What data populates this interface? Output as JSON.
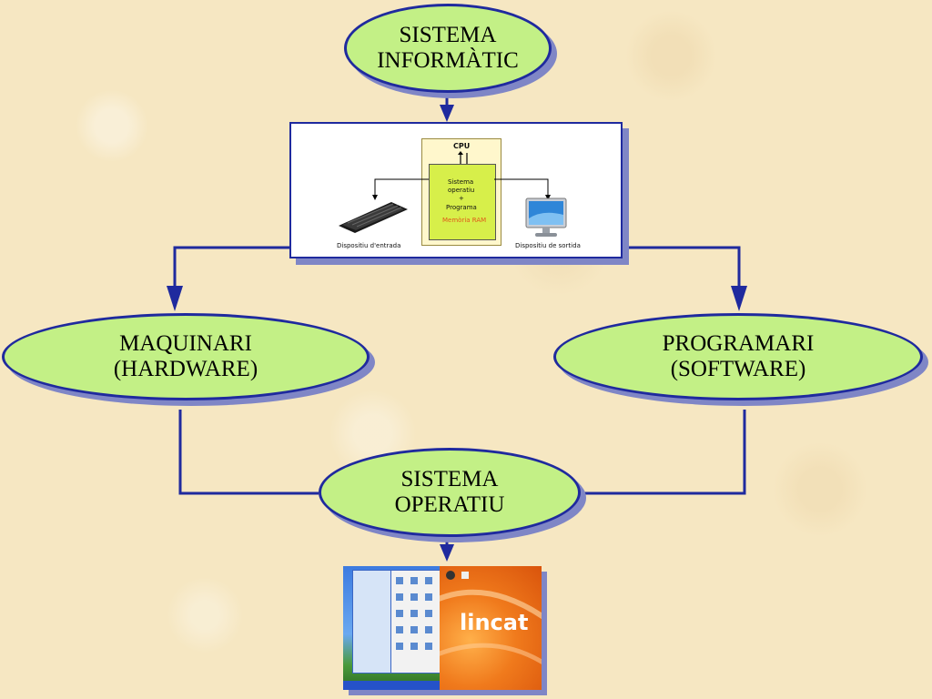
{
  "nodes": {
    "sistema_informatic": {
      "line1": "SISTEMA",
      "line2": "INFORMÀTIC"
    },
    "maquinari": {
      "line1": "MAQUINARI",
      "line2": "(HARDWARE)"
    },
    "programari": {
      "line1": "PROGRAMARI",
      "line2": "(SOFTWARE)"
    },
    "sistema_operatiu": {
      "line1": "SISTEMA",
      "line2": "OPERATIU"
    }
  },
  "computer_diagram": {
    "cpu": "CPU",
    "os_line1": "Sistema",
    "os_line2": "operatiu",
    "plus": "+",
    "program": "Programa",
    "ram": "Memòria RAM",
    "input_device": "Dispositiu d'entrada",
    "output_device": "Dispositiu de sortida"
  },
  "desktop_screenshot": {
    "brand": "lincat"
  },
  "colors": {
    "background": "#f6e7c2",
    "oval_fill": "#c3f086",
    "outline": "#1f2a9e",
    "shadow": "#7f86c6",
    "cpu_fill": "#d7ef4a",
    "ram_text": "#e05a1a"
  }
}
